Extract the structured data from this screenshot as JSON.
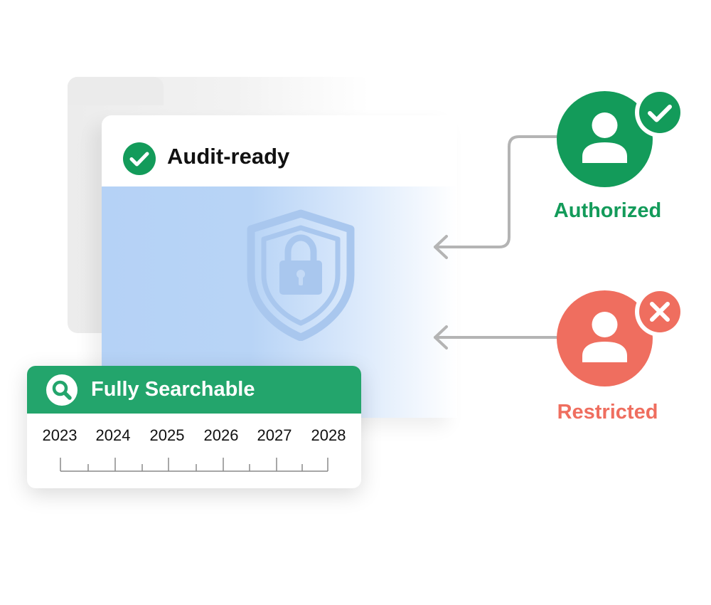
{
  "document": {
    "status_label": "Audit-ready"
  },
  "search": {
    "title": "Fully Searchable",
    "years": [
      "2023",
      "2024",
      "2025",
      "2026",
      "2027",
      "2028"
    ]
  },
  "access": {
    "authorized_label": "Authorized",
    "restricted_label": "Restricted"
  },
  "colors": {
    "green": "#139b5a",
    "search_green": "#23a56c",
    "red": "#ef6e5f",
    "doc_blue": "#b5d2f6",
    "shield": "#a9c7ee",
    "connector": "#b4b4b4"
  },
  "icons": {
    "doc_check": "check-circle-icon",
    "search": "magnifier-icon",
    "shield": "shield-lock-icon",
    "authorized_user": "user-icon",
    "authorized_badge": "check-icon",
    "restricted_user": "user-icon",
    "restricted_badge": "x-icon"
  }
}
